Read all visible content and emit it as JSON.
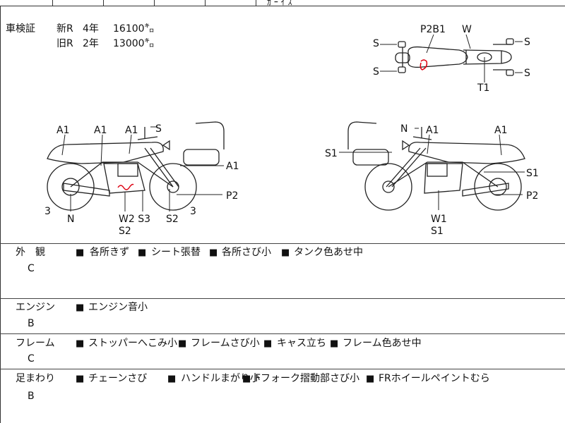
{
  "header_fragment": "ｶ ｰ ｲ ｽ",
  "inspection": {
    "title": "車検証",
    "new_label": "新R",
    "new_years": "4年",
    "new_km": "16100㌔",
    "old_label": "旧R",
    "old_years": "2年",
    "old_km": "13000㌔"
  },
  "diagrams": {
    "top": {
      "s1": "S",
      "s2": "S",
      "s3": "S",
      "s4": "S",
      "p2b1": "P2B1",
      "w": "W",
      "t1": "T1"
    },
    "left": {
      "a1a": "A1",
      "a1b": "A1",
      "a1c": "A1",
      "s": "S",
      "a1d": "A1",
      "p2": "P2",
      "three_l": "3",
      "n": "N",
      "w2s3": "W2 S3",
      "s2a": "S2",
      "s2b": "S2",
      "three_r": "3"
    },
    "right": {
      "n": "N",
      "a1a": "A1",
      "a1b": "A1",
      "s1a": "S1",
      "s1b": "S1",
      "p2": "P2",
      "w1": "W1",
      "s1c": "S1"
    }
  },
  "sections": [
    {
      "label": "外　観",
      "grade": "C",
      "items": [
        "各所きず",
        "シート張替",
        "各所さび小",
        "タンク色あせ中"
      ]
    },
    {
      "label": "エンジン",
      "grade": "B",
      "items": [
        "エンジン音小"
      ]
    },
    {
      "label": "フレーム",
      "grade": "C",
      "items": [
        "ストッパーへこみ小",
        "フレームさび小",
        "キャス立ち",
        "フレーム色あせ中"
      ]
    },
    {
      "label": "足まわり",
      "grade": "B",
      "items": [
        "チェーンさび",
        "ハンドルまがり小",
        "Fフォーク摺動部さび小",
        "FRホイールペイントむら"
      ]
    }
  ],
  "bullet": "■"
}
